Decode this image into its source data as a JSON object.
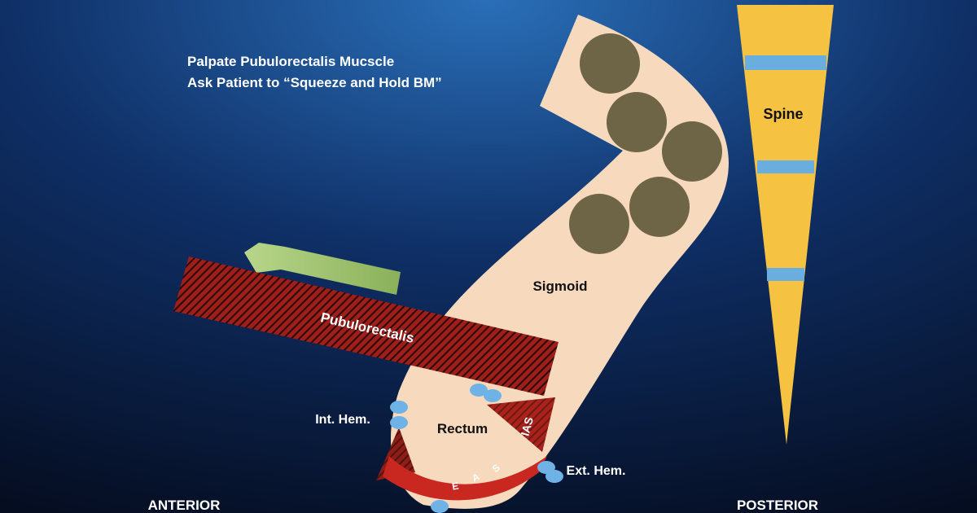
{
  "instructions": {
    "line1": "Palpate Pubulorectalis Mucscle",
    "line2": "Ask Patient to “Squeeze and Hold BM”"
  },
  "labels": {
    "sigmoid": "Sigmoid",
    "pubulorectalis": "Pubulorectalis",
    "rectum": "Rectum",
    "ias": "IAS",
    "eas": [
      "E",
      "A",
      "S"
    ],
    "int_hem": "Int. Hem.",
    "ext_hem": "Ext. Hem.",
    "spine": "Spine",
    "anterior": "ANTERIOR",
    "posterior": "POSTERIOR"
  },
  "colors": {
    "background": "#0a1c3f",
    "colon": "#f7d9bd",
    "stool": "#6e6547",
    "muscle": "#b3261e",
    "spine": "#f5c242",
    "disc": "#6aaee0",
    "hemorrhoid": "#6fb2e6",
    "arrow": "#9cc16b"
  }
}
